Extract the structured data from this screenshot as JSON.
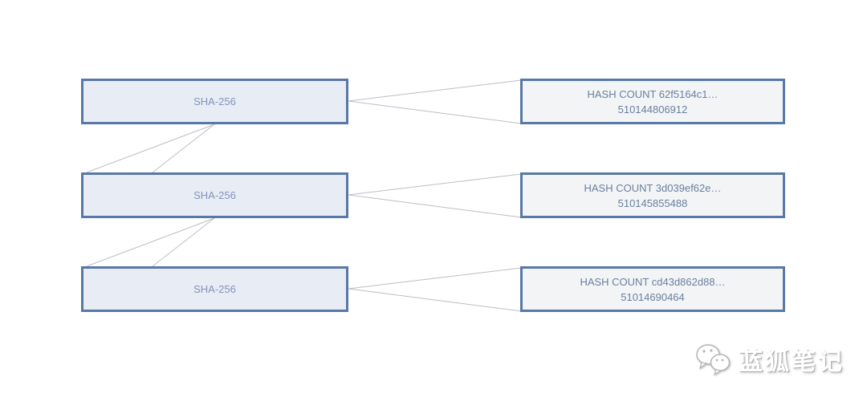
{
  "diagram": {
    "node_rows": [
      {
        "left_label": "SHA-256",
        "right_line1": "HASH COUNT 62f5164c1…",
        "right_line2": "510144806912"
      },
      {
        "left_label": "SHA-256",
        "right_line1": "HASH COUNT 3d039ef62e…",
        "right_line2": "510145855488"
      },
      {
        "left_label": "SHA-256",
        "right_line1": "HASH COUNT cd43d862d88…",
        "right_line2": "51014690464"
      }
    ],
    "edges": [
      "sha256-node-1 → hash-count-node-1",
      "sha256-node-1 → sha256-node-2",
      "sha256-node-2 → hash-count-node-2",
      "sha256-node-2 → sha256-node-3",
      "sha256-node-3 → hash-count-node-3"
    ],
    "colors": {
      "box_border": "#5878a7",
      "sha_box_fill": "#e8ecf5",
      "hash_box_fill": "#f3f4f6",
      "sha_text": "#8095b8",
      "hash_text": "#69809f",
      "connector_line": "#bcbec6"
    }
  },
  "watermark": {
    "icon": "wechat-bubbles-icon",
    "text": "蓝狐笔记"
  }
}
